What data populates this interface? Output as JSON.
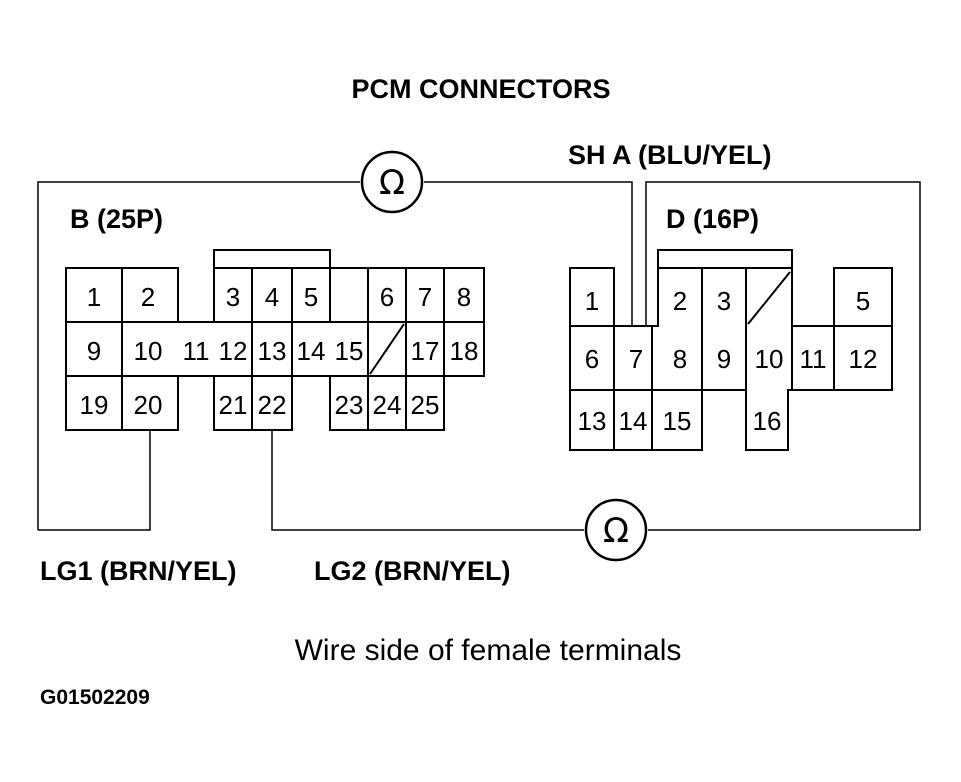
{
  "title": "PCM CONNECTORS",
  "sh_a_label": "SH A (BLU/YEL)",
  "connector_b": {
    "label": "B (25P)",
    "pins": [
      "1",
      "2",
      "3",
      "4",
      "5",
      "6",
      "7",
      "8",
      "9",
      "10",
      "11",
      "12",
      "13",
      "14",
      "15",
      "17",
      "18",
      "19",
      "20",
      "21",
      "22",
      "23",
      "24",
      "25"
    ]
  },
  "connector_d": {
    "label": "D (16P)",
    "pins": [
      "1",
      "2",
      "3",
      "5",
      "6",
      "7",
      "8",
      "9",
      "10",
      "11",
      "12",
      "13",
      "14",
      "15",
      "16"
    ]
  },
  "lg1_label": "LG1 (BRN/YEL)",
  "lg2_label": "LG2 (BRN/YEL)",
  "ohm_symbol": "Ω",
  "caption": "Wire side of female terminals",
  "figure_code": "G01502209"
}
